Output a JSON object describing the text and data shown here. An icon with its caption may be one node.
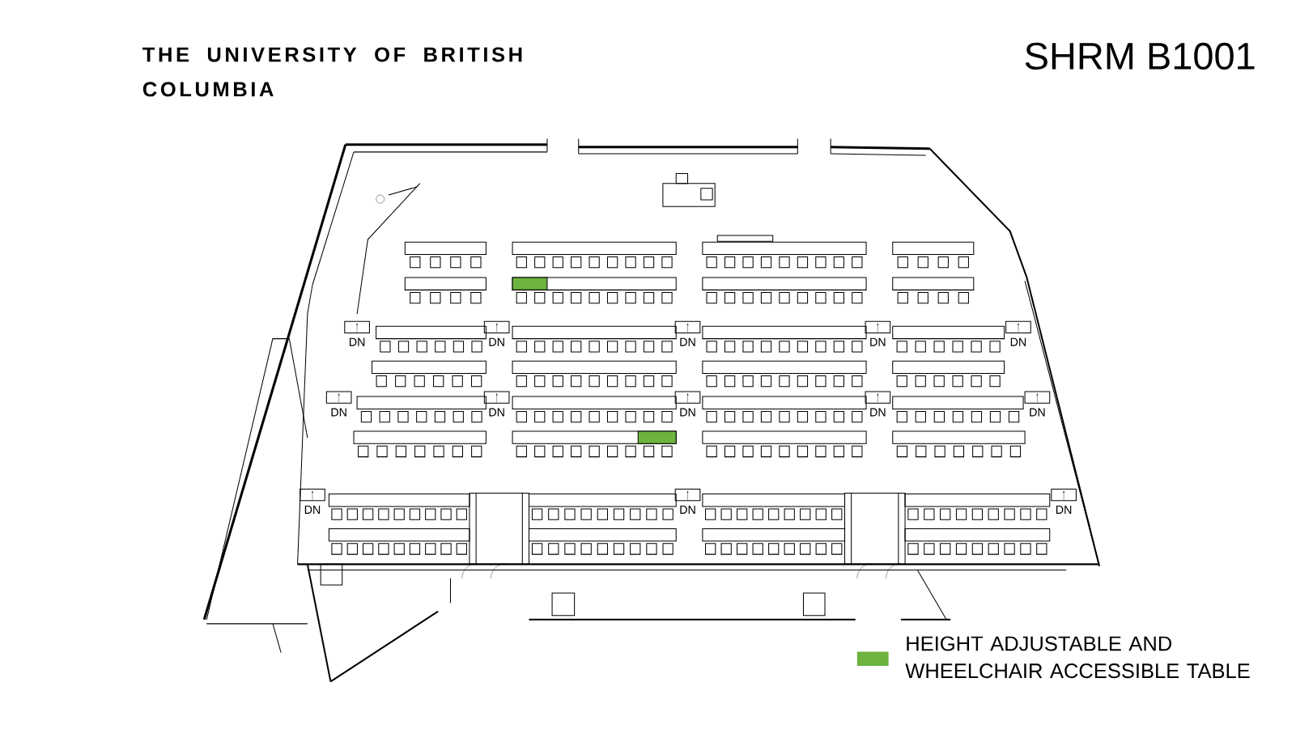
{
  "diagram": {
    "title": "SHRM B1001",
    "labels": [
      "THE UNIVERSITY OF BRITISH COLUMBIA",
      "DN",
      "DN",
      "DN",
      "DN",
      "DN",
      "DN",
      "DN",
      "DN",
      "DN",
      "DN",
      "DN",
      "DN",
      "DN"
    ],
    "legend": [
      {
        "text": "HEIGHT ADJUSTABLE AND WHEELCHAIR ACCESSIBLE TABLE",
        "color": "#6db33f"
      }
    ]
  }
}
